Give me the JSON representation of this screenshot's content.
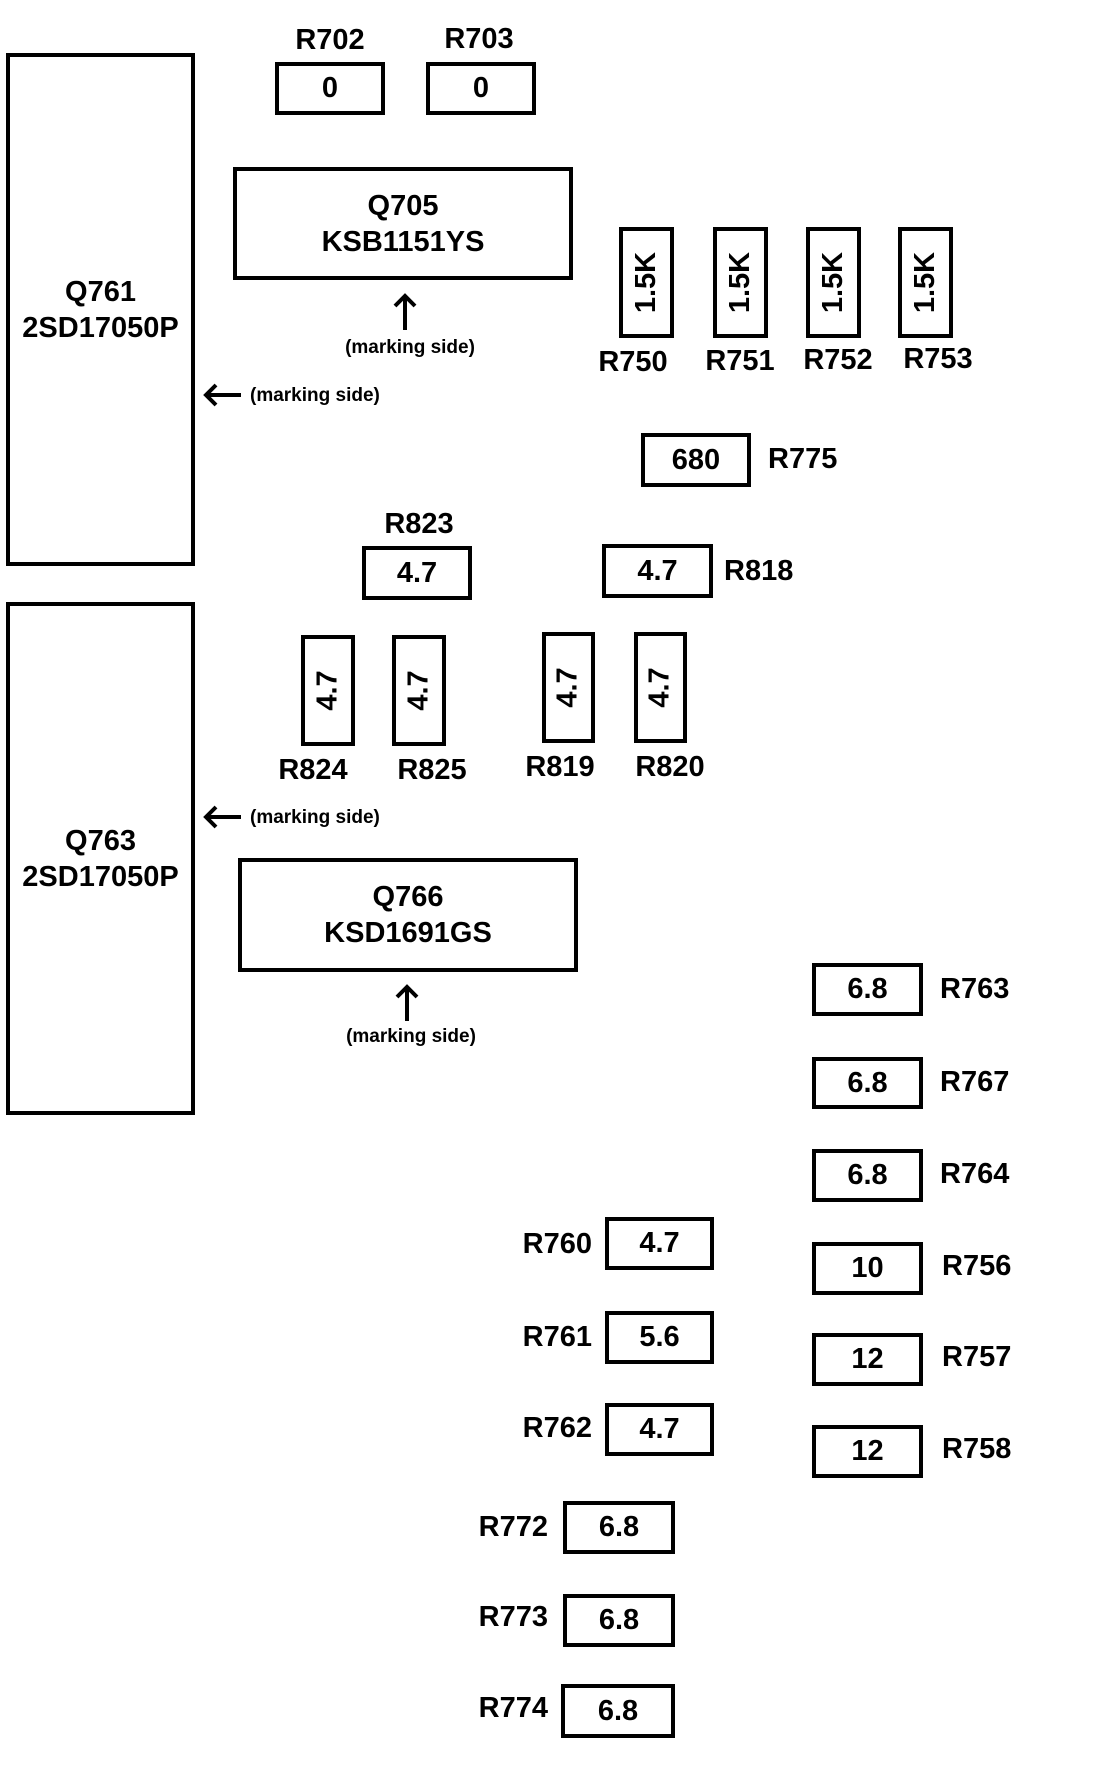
{
  "transistors": [
    {
      "ref": "Q761",
      "part": "2SD17050P"
    },
    {
      "ref": "Q705",
      "part": "KSB1151YS"
    },
    {
      "ref": "Q763",
      "part": "2SD17050P"
    },
    {
      "ref": "Q766",
      "part": "KSD1691GS"
    }
  ],
  "marking_note": "(marking side)",
  "resistors": {
    "R702": "0",
    "R703": "0",
    "R750": "1.5K",
    "R751": "1.5K",
    "R752": "1.5K",
    "R753": "1.5K",
    "R775": "680",
    "R823": "4.7",
    "R818": "4.7",
    "R824": "4.7",
    "R825": "4.7",
    "R819": "4.7",
    "R820": "4.7",
    "R763": "6.8",
    "R767": "6.8",
    "R764": "6.8",
    "R756": "10",
    "R757": "12",
    "R758": "12",
    "R760": "4.7",
    "R761": "5.6",
    "R762": "4.7",
    "R772": "6.8",
    "R773": "6.8",
    "R774": "6.8"
  },
  "labels": {
    "R702": "R702",
    "R703": "R703",
    "R750": "R750",
    "R751": "R751",
    "R752": "R752",
    "R753": "R753",
    "R775": "R775",
    "R823": "R823",
    "R818": "R818",
    "R824": "R824",
    "R825": "R825",
    "R819": "R819",
    "R820": "R820",
    "R763": "R763",
    "R767": "R767",
    "R764": "R764",
    "R756": "R756",
    "R757": "R757",
    "R758": "R758",
    "R760": "R760",
    "R761": "R761",
    "R762": "R762",
    "R772": "R772",
    "R773": "R773",
    "R774": "R774"
  }
}
